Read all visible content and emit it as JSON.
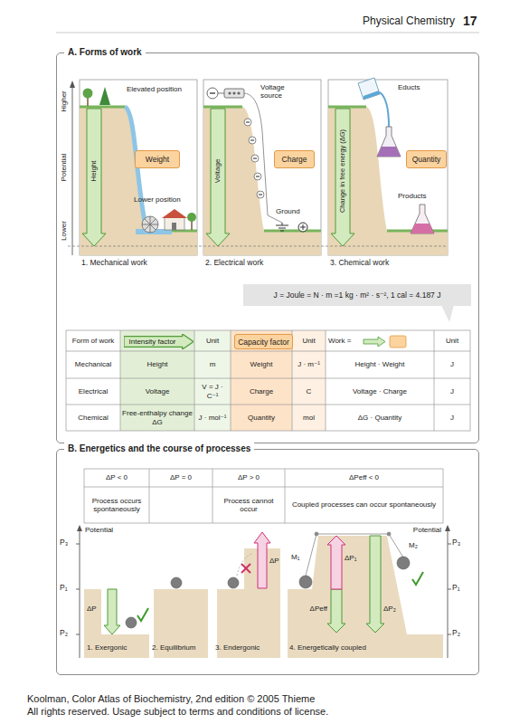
{
  "diagram": {
    "nodes": [
      {
        "text": [
          "A. Forms of work"
        ]
      },
      {
        "text": [
          "Weight"
        ],
        "in": 0
      },
      {
        "text": [
          "Charge"
        ],
        "in": 0
      },
      {
        "text": [
          "Quantity"
        ],
        "in": 0
      },
      {
        "text": [
          "J = Joule = N · m =1 kg · m² · s⁻², 1 cal = 4.187 J"
        ],
        "in": 0
      },
      {
        "text": [
          "Intensity factor"
        ],
        "in": 0
      },
      {
        "text": [
          "Capacity factor"
        ],
        "in": 0
      },
      {
        "text": [
          "B. Energetics and the course of processes"
        ]
      }
    ],
    "labels": [
      "Physical Chemistry",
      "17",
      "Higher",
      "Potential",
      "Lower",
      "Elevated position",
      "Height",
      "Lower position",
      "1. Mechanical work",
      "Voltage source",
      "Voltage",
      "Ground",
      "2. Electrical work",
      "Educts",
      "Change in free energy (ΔG)",
      "Products",
      "3. Chemical work",
      "Form of work",
      "Unit",
      "Unit",
      "Work =",
      "Unit",
      "Mechanical",
      "Height",
      "m",
      "Weight",
      "J · m⁻¹",
      "Height · Weight",
      "J",
      "Electrical",
      "Voltage",
      "V = J · C⁻¹",
      "Charge",
      "C",
      "Voltage · Charge",
      "J",
      "Chemical",
      "Free-enthalpy change ΔG",
      "J · mol⁻¹",
      "Quantity",
      "mol",
      "ΔG · Quantity",
      "J",
      "ΔP < 0",
      "ΔP = 0",
      "ΔP > 0",
      "ΔPeff < 0",
      "Process occurs spontaneously",
      "Process cannot occur",
      "Coupled processes can occur spontaneously",
      "Potential",
      "Potential",
      "P₃",
      "P₁",
      "P₂",
      "P₃",
      "P₁",
      "P₂",
      "ΔP",
      "ΔP",
      "M₁",
      "ΔP₁",
      "ΔPeff",
      "ΔP₂",
      "M₂",
      "1. Exergonic",
      "2. Equilibrium",
      "3. Endergonic",
      "4. Energetically coupled",
      "Koolman, Color Atlas of Biochemistry, 2nd edition © 2005 Thieme",
      "All rights reserved. Usage subject to terms and conditions of license."
    ]
  }
}
